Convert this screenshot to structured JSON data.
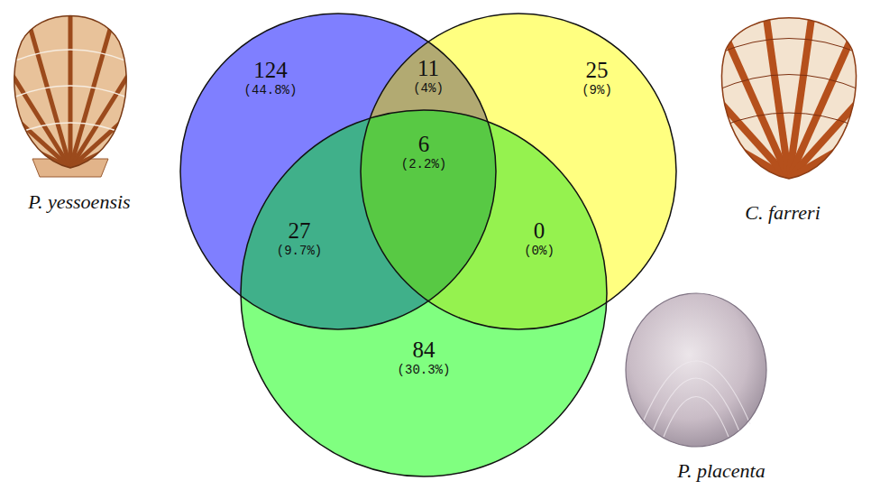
{
  "diagram": {
    "labels": [
      "P. yessoensis",
      "124",
      "(44.8%)",
      "11",
      "(4%)",
      "25",
      "(9%)",
      "C. farreri",
      "6",
      "(2.2%)",
      "27",
      "(9.7%)",
      "0",
      "(0%)",
      "84",
      "(30.3%)",
      "P. placenta"
    ]
  }
}
